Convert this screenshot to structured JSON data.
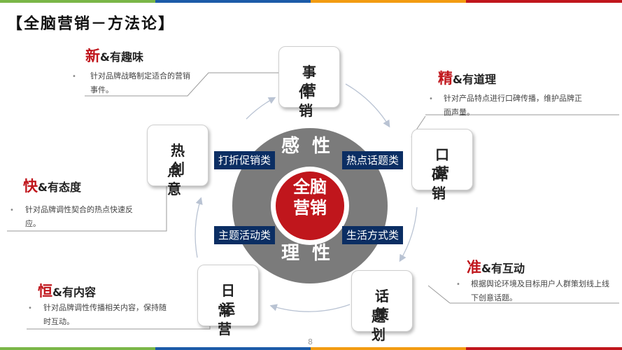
{
  "title": "【全脑营销－方法论】",
  "colors": {
    "green": "#7ab648",
    "blue": "#1c5ba8",
    "orange": "#f39c12",
    "red": "#c0161c",
    "navy": "#0b2e63",
    "ring": "#7b7b7b"
  },
  "cycle": [
    {
      "l1": "事　件",
      "l2": "营　销"
    },
    {
      "l1": "口　碑",
      "l2": "营　销"
    },
    {
      "l1": "话　题",
      "l2": "策　划"
    },
    {
      "l1": "日　常",
      "l2": "运　营"
    },
    {
      "l1": "热　点",
      "l2": "创　意"
    }
  ],
  "center": {
    "l1": "全脑",
    "l2": "营销",
    "top": "感性",
    "bottom": "理性"
  },
  "labels": {
    "tl": "打折促销类",
    "tr": "热点话题类",
    "bl": "主题活动类",
    "br": "生活方式类"
  },
  "notes": [
    {
      "key": "新",
      "rest": "&有趣味",
      "d1": "针对品牌战略制定适合的营销",
      "d2": "事件。"
    },
    {
      "key": "精",
      "rest": "&有道理",
      "d1": "针对产品特点进行口碑传播，维护品牌正",
      "d2": "面声量。"
    },
    {
      "key": "快",
      "rest": "&有态度",
      "d1": "针对品牌调性契合的热点快速反",
      "d2": "应。"
    },
    {
      "key": "准",
      "rest": "&有互动",
      "d1": "根据舆论环境及目标用户人群策划线上线",
      "d2": "下创意话题。"
    },
    {
      "key": "恒",
      "rest": "&有内容",
      "d1": "针对品牌调性传播相关内容，保持随",
      "d2": "时互动。"
    }
  ],
  "page": "8"
}
